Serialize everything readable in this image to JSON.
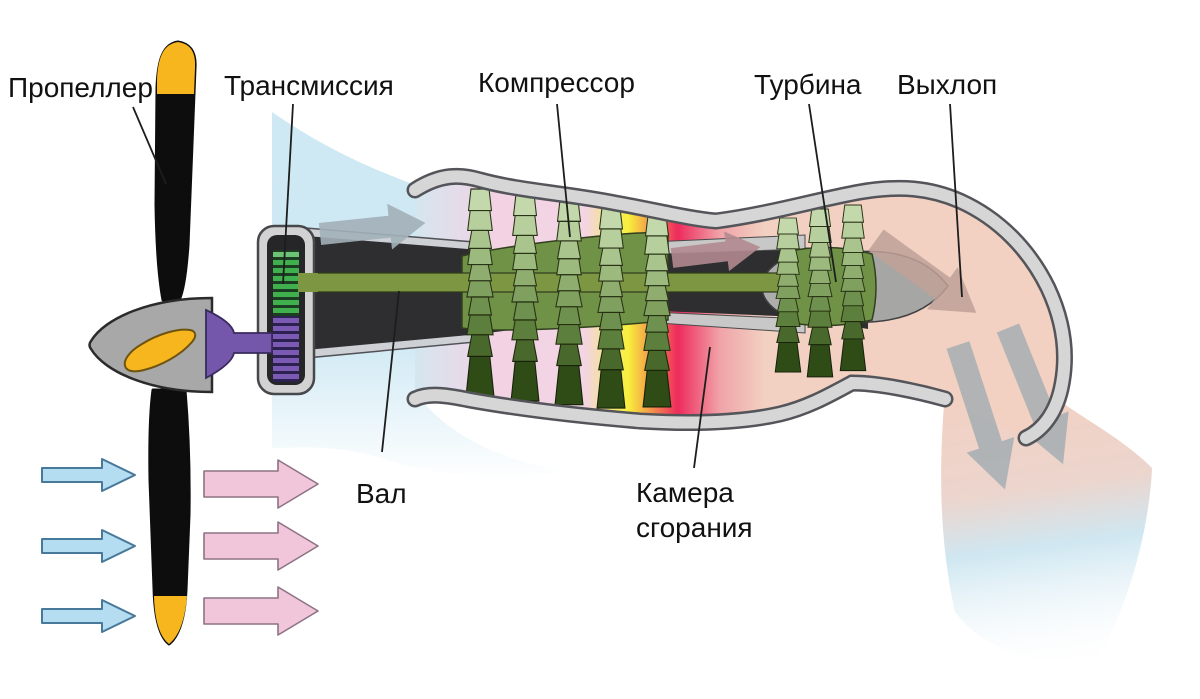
{
  "diagram": {
    "type": "turboprop-engine-schematic",
    "labels": {
      "propeller": "Пропеллер",
      "transmission": "Трансмиссия",
      "compressor": "Компрессор",
      "turbine": "Турбина",
      "exhaust": "Выхлоп",
      "shaft": "Вал",
      "combustion_chamber_line1": "Камера",
      "combustion_chamber_line2": "сгорания"
    },
    "colors": {
      "intake_flow_blue": "#cfe9f4",
      "prop_wash_pink": "#f1c6db",
      "compressed_air_pink": "#f2d3e4",
      "hot_yellow": "#f8f03c",
      "flame_red": "#ee2b5d",
      "exhaust_salmon": "#f2d0c2",
      "blade_green_light": "#c3d9ab",
      "blade_green_dark": "#2f4c17",
      "rotor_drum_olive": "#6f9247",
      "shaft_olive": "#7d9642",
      "gear_green": "#3fb04d",
      "gear_purple": "#7a5ab2",
      "propeller_tip_yellow": "#f7b61e",
      "nacelle_gray": "#d6d6d6",
      "core_black": "#2e2e30"
    },
    "flow_icons": [
      "intake-air-arrow",
      "prop-wash-arrow",
      "core-intake-arrow",
      "combustion-flow-arrow",
      "turbine-exit-arrow",
      "exhaust-jet-arrow"
    ]
  }
}
